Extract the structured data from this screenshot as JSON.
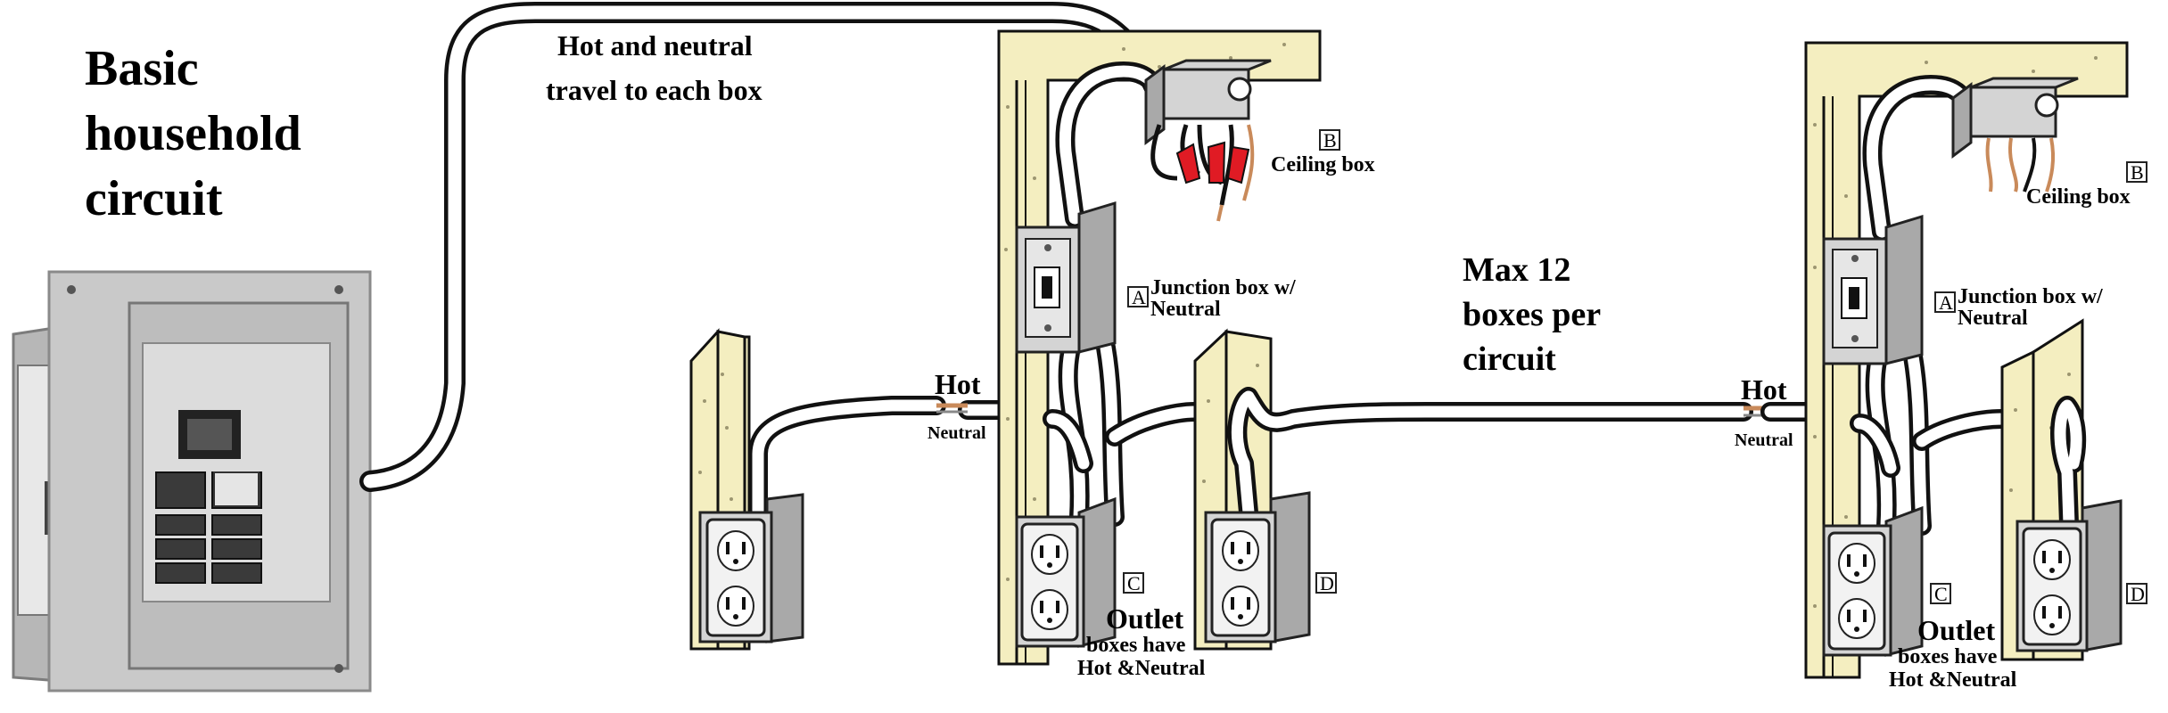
{
  "title": {
    "line1": "Basic",
    "line2": "household",
    "line3": "circuit"
  },
  "notes": {
    "hot_neutral_line1": "Hot and neutral",
    "hot_neutral_line2": "travel to each box",
    "max_line1": "Max 12",
    "max_line2": "boxes per",
    "max_line3": "circuit"
  },
  "left_circuit": {
    "hot_label": "Hot",
    "neutral_label": "Neutral",
    "ceiling_box": {
      "letter": "B",
      "label": "Ceiling box"
    },
    "junction_box": {
      "letter": "A",
      "label_line1": "Junction box w/",
      "label_line2": "Neutral"
    },
    "outlet_c": {
      "letter": "C"
    },
    "outlet_d": {
      "letter": "D"
    },
    "outlet_note": {
      "line1": "Outlet",
      "line2": "boxes have",
      "line3": "Hot &Neutral"
    }
  },
  "right_circuit": {
    "hot_label": "Hot",
    "neutral_label": "Neutral",
    "ceiling_box": {
      "letter": "B",
      "label": "Ceiling box"
    },
    "junction_box": {
      "letter": "A",
      "label_line1": "Junction box w/",
      "label_line2": "Neutral"
    },
    "outlet_c": {
      "letter": "C"
    },
    "outlet_d": {
      "letter": "D"
    },
    "outlet_note": {
      "line1": "Outlet",
      "line2": "boxes have",
      "line3": "Hot &Neutral"
    }
  },
  "colors": {
    "stud": "#f4eec0",
    "wire_nut": "#e01b24",
    "copper": "#c98a5a",
    "panel": "#c9c9c9"
  }
}
